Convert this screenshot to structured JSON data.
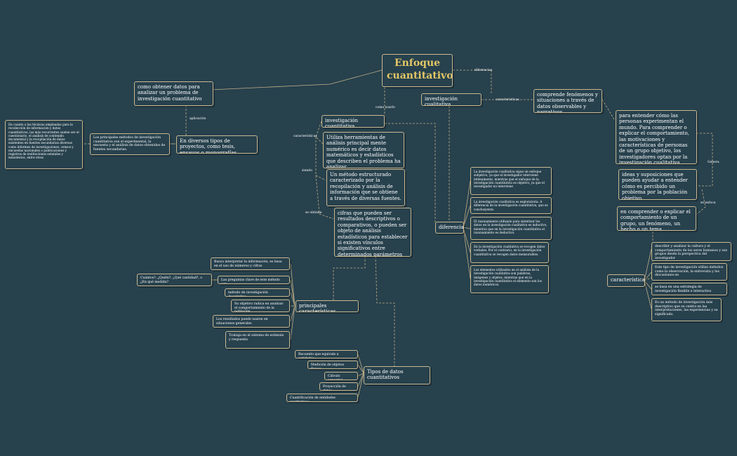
{
  "title": "Enfoque cuantitativo",
  "links": {
    "diferencias": "diferencias",
    "caracteristicas_top": "características",
    "como_usarlo": "como usarlo",
    "aplicacion": "aplicación",
    "caracteristicas_left": "características",
    "siendo": "siendo",
    "se_obtiene": "se obtiene",
    "genera": "Genera",
    "se_enfoca": "se enfoca"
  },
  "nodes": {
    "como_obtener": "como obtener datos para analizar un problema de investigación cuantitativo",
    "diversos_tipos": "En diversos tipos de proyectos, como tesis, ensayos o monografías.",
    "metodos_principales": "Los principales métodos de investigación cuantitativa son el experimental, la encuesta y el análisis de datos obtenidos de fuentes secundarias.",
    "tecnicas": "En cuanto a las técnicas empleadas para la recolección de información y datos cuantitativos, las más recurrentes suelen ser el cuestionario, el análisis de contenido documental y la recopilación de datos existentes en fuentes secundarias diversas como informes de investigaciones, censos y encuestas nacionales o publicaciones y registros de instituciones estatales y ministerios, entre otras",
    "inv_cuantitativa": "investigación cuantitativa",
    "utiliza": "Utiliza herramientas de análisis principal mente numérico es decir datos matemáticos y estadísticos que describen el problema ha analizar",
    "metodo_estructurado": "Un método estructurado caracterizado por la recopilación y análisis de información que se obtiene a través de diversas fuentes.",
    "cifras": "cifras que pueden ser resultados descriptivos o comparativos, o pueden ser objeto de análisis estadísticos para establecer si existen vínculos significativos entre determinados parámetros estudiados.",
    "inv_cualitativa": "investigación cualitativa",
    "comprende": "comprende fenómenos y situaciones a través de datos observables y narrativos",
    "para_entender": "para entender cómo las personas experimentan el mundo. Para comprender o explicar el comportamiento, las motivaciones y características de personas de un grupo objetivo, los investigadores optan por la investigación cualitativa",
    "ideas": "ideas y suposiciones que pueden ayudar a entender cómo es percibido un problema por la población objetivo",
    "en_comprender": "en comprender o explicar el comportamiento de un grupo, un fenómeno, un hecho o un tema",
    "caracteristicas_right": "características",
    "car_r1": "describir y analizar la cultura y el comportamiento de los seres humanos y sus grupos desde la perspectiva del investigador",
    "car_r2": "Este tipo de investigación utiliza métodos como la observación, la entrevista y los discusiones en",
    "car_r3": "se basa en una estrategia de investigación flexible e interactiva",
    "car_r4": "Es un método de investigación más descriptivo que se centra en las interpretaciones, las experiencias y su significado.",
    "diferencia": "diferencia",
    "dif1": "La investigación cualitativa sigue un enfoque subjetivo, ya que el investigador interviene íntimamente, mientras que el enfoque de la investigación cuantitativa es objetivo, ya que el investigador no interviene",
    "dif2": "La investigación cualitativa es exploratoria. A diferencia de la investigación cuantitativa, que es conclusyente.",
    "dif3": "El razonamiento utilizado para sintetizar los datos en la investigación cualitativa es inductivo, mientras que en la investigación cuantitativa el razonamiento es deductivo.",
    "dif4": "En la investigación cualitativa se recogen datos verbales. Por el contrario, en la investigación cuantitativa se recogen datos mensurables.",
    "dif5": "Los elementos utilizados en el análisis de la investigación cualitativa son palabras, imágenes y objetos, mientras que en la investigación cuantitativa el elemento son los datos numéricos.",
    "principales": "principales características",
    "pc1": "Busca interpretar la información, es basa en el uso de números y cifras",
    "pc2": "Las preguntas clave de este método son:",
    "pc2a": "Cuántos?, ¿Quién?, ¿Qué cantidad?, o ¿En qué medida?",
    "pc3": "método de investigación descriptivo",
    "pc4": "Su objetivo radica en analizar el comportamiento de la población",
    "pc5": "Los resultados puede usarse en situaciones generales",
    "pc6": "Trabaja en el sistema de estimulo y respuesta",
    "tipos": "Tipos de datos cuantitativos",
    "t1": "Recuento que equivale a entidades",
    "t2": "Medición de objetos físicos",
    "t3": "Cálculo sensorial",
    "t4": "Proyección de datos",
    "t5": "Cuantificación de entidades cualitativas"
  },
  "colors": {
    "background": "#27414d",
    "border": "#c9b891",
    "title": "#e4c766",
    "line": "#bfae86"
  }
}
